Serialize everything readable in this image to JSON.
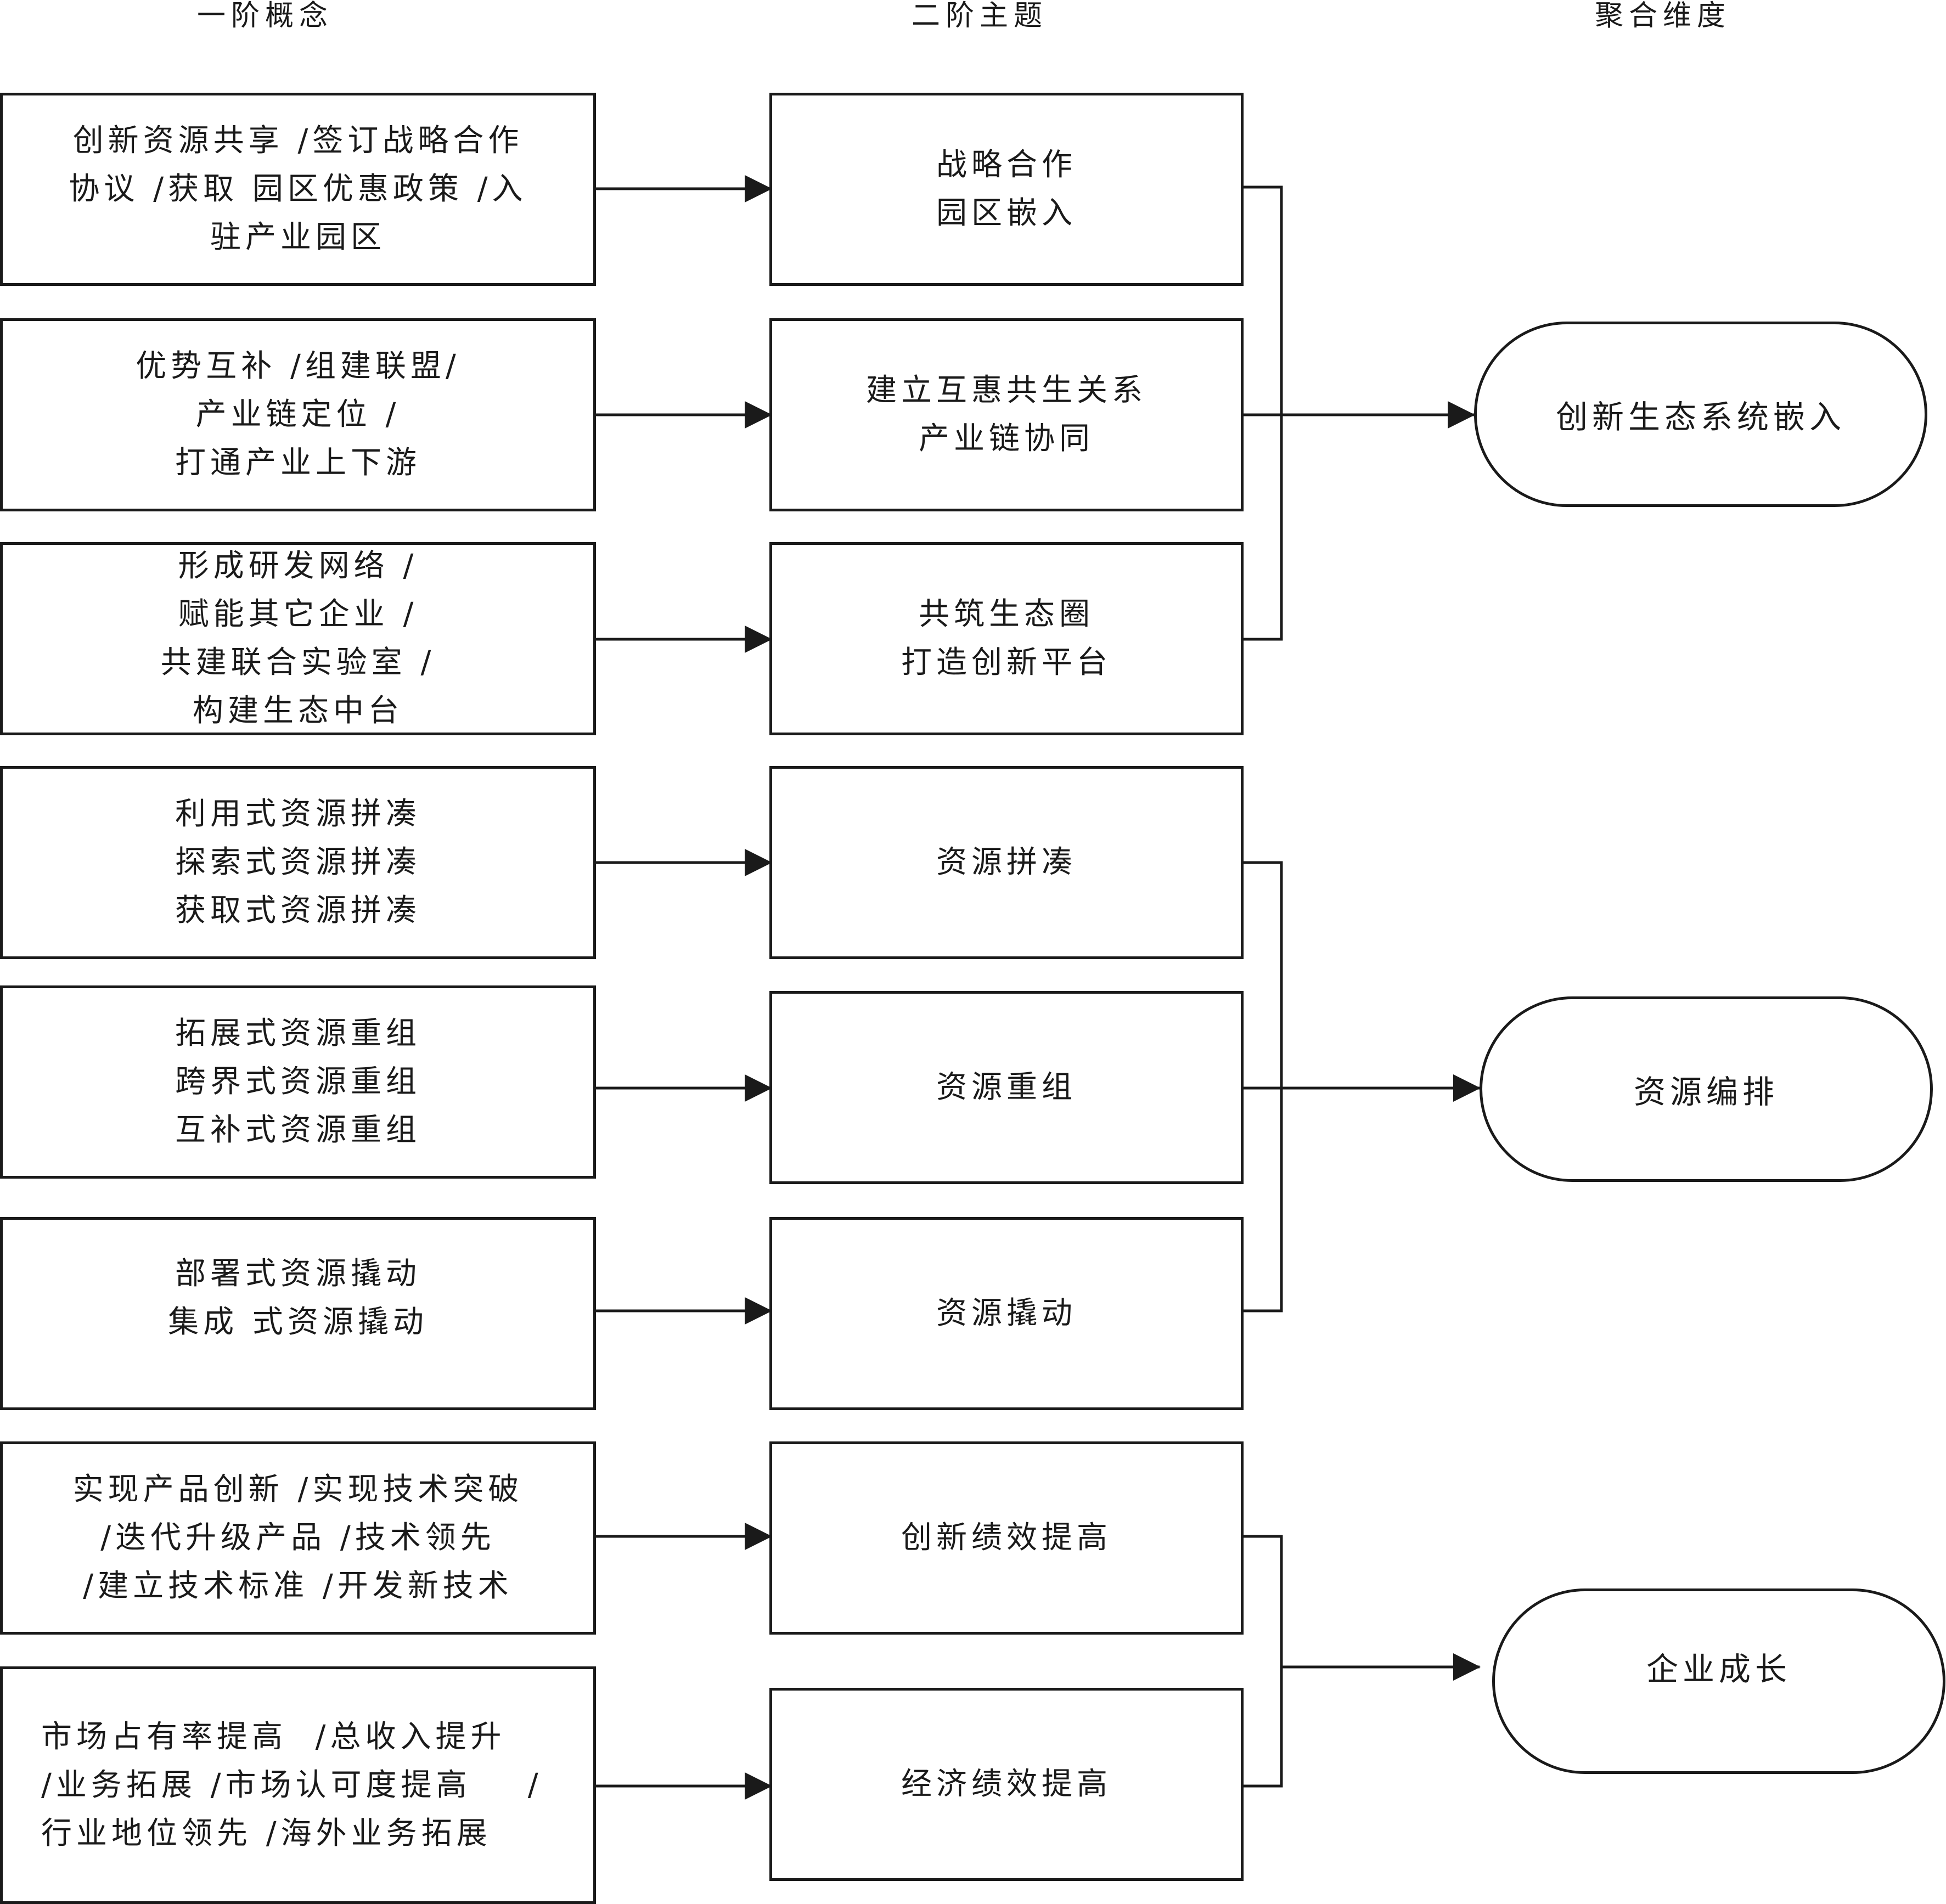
{
  "headers": {
    "first_order": "一阶概念",
    "second_order": "二阶主题",
    "aggregate": "聚合维度"
  },
  "first_order": [
    {
      "lines": [
        "创新资源共享 /签订战略合作",
        "协议 /获取 园区优惠政策 /入",
        "驻产业园区"
      ]
    },
    {
      "lines": [
        "优势互补 /组建联盟/",
        "产业链定位 /",
        "打通产业上下游"
      ]
    },
    {
      "lines": [
        "形成研发网络 /",
        "赋能其它企业 /",
        "共建联合实验室 /",
        "构建生态中台"
      ]
    },
    {
      "lines": [
        "利用式资源拼凑",
        "探索式资源拼凑",
        "获取式资源拼凑"
      ]
    },
    {
      "lines": [
        "拓展式资源重组",
        "跨界式资源重组",
        "互补式资源重组"
      ]
    },
    {
      "lines": [
        "部署式资源撬动",
        "集成 式资源撬动"
      ]
    },
    {
      "lines": [
        "实现产品创新 /实现技术突破",
        "/迭代升级产品 /技术领先",
        "/建立技术标准 /开发新技术"
      ]
    },
    {
      "lines": [
        "市场占有率提高  /总收入提升",
        "/业务拓展 /市场认可度提高    /",
        "行业地位领先 /海外业务拓展"
      ]
    }
  ],
  "second_order": [
    {
      "lines": [
        "战略合作",
        "园区嵌入"
      ]
    },
    {
      "lines": [
        "建立互惠共生关系",
        "产业链协同"
      ]
    },
    {
      "lines": [
        "共筑生态圈",
        "打造创新平台"
      ]
    },
    {
      "lines": [
        "资源拼凑"
      ]
    },
    {
      "lines": [
        "资源重组"
      ]
    },
    {
      "lines": [
        "资源撬动"
      ]
    },
    {
      "lines": [
        "创新绩效提高"
      ]
    },
    {
      "lines": [
        "经济绩效提高"
      ]
    }
  ],
  "aggregate": [
    {
      "label": "创新生态系统嵌入"
    },
    {
      "label": "资源编排"
    },
    {
      "label": "企业成长"
    }
  ]
}
